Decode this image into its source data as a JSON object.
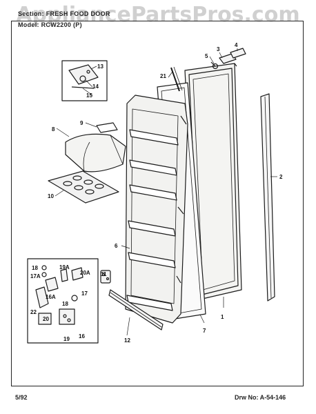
{
  "watermark": "AppliancePartsPros.com",
  "header": {
    "section_line": "Section: FRESH FOOD DOOR",
    "model_line": "Model: RCW2200 (P)"
  },
  "footer": {
    "date": "5/92",
    "drawing": "Drw No: A-54-146"
  },
  "labels": {
    "p1": "1",
    "p2": "2",
    "p3": "3",
    "p4": "4",
    "p5": "5",
    "p6": "6",
    "p7": "7",
    "p8": "8",
    "p9": "9",
    "p10": "10",
    "p11": "11",
    "p12": "12",
    "p13": "13",
    "p14": "14",
    "p15": "15",
    "p16": "16",
    "p16a": "16A",
    "p17": "17",
    "p17a": "17A",
    "p18a": "18",
    "p18b": "18",
    "p19": "19",
    "p19a": "19A",
    "p20": "20",
    "p20a": "20A",
    "p21": "21",
    "p22": "22"
  }
}
